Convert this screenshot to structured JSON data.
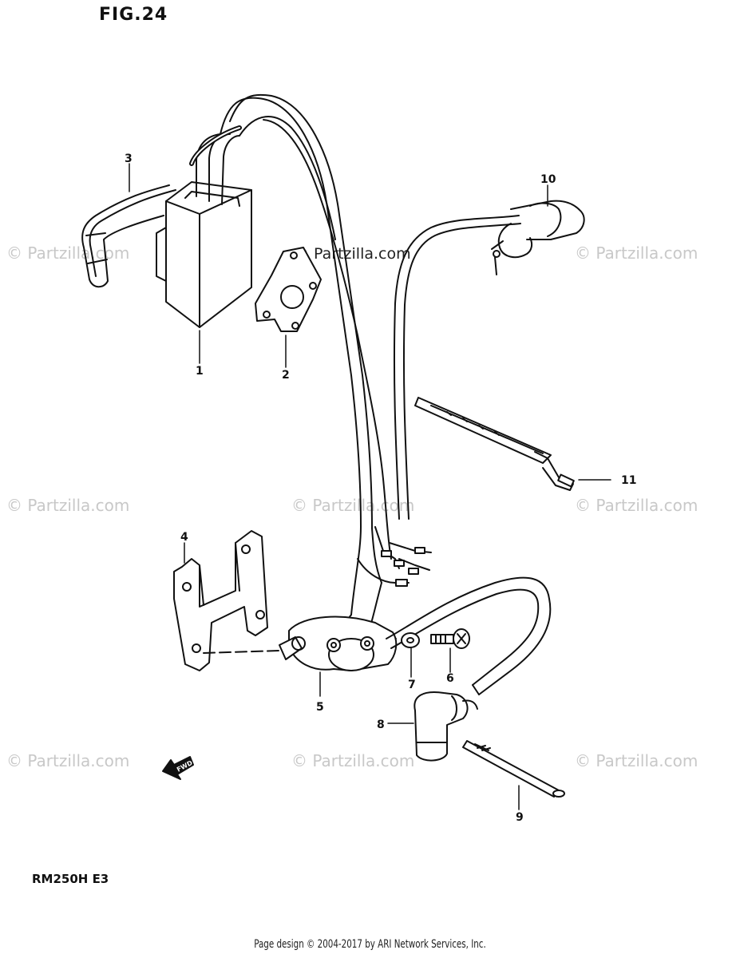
{
  "header": {
    "figure_title": "FIG.24"
  },
  "model_code": "RM250H  E3",
  "footer": {
    "copyright": "Page design © 2004-2017 by ARI Network Services, Inc."
  },
  "fwd_label": "FWD",
  "watermark": {
    "text": "© Partzilla.com",
    "color": "#c8c8c8"
  },
  "callouts": {
    "c1": "1",
    "c2": "2",
    "c3": "3",
    "c4": "4",
    "c5": "5",
    "c6": "6",
    "c7": "7",
    "c8": "8",
    "c9": "9",
    "c10": "10",
    "c11": "11"
  }
}
